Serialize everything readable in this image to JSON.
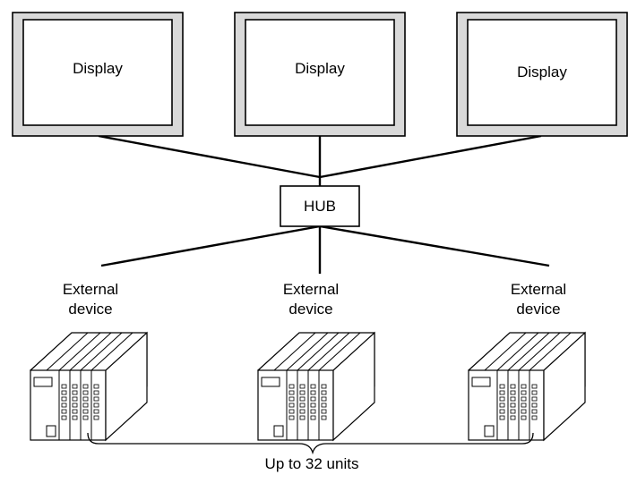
{
  "displays": [
    {
      "label": "Display"
    },
    {
      "label": "Display"
    },
    {
      "label": "Display"
    }
  ],
  "hub": {
    "label": "HUB"
  },
  "devices": [
    {
      "label_line1": "External",
      "label_line2": "device"
    },
    {
      "label_line1": "External",
      "label_line2": "device"
    },
    {
      "label_line1": "External",
      "label_line2": "device"
    }
  ],
  "range_note": "Up to 32 units",
  "colors": {
    "monitor_bezel": "#d9d9d9",
    "line": "#000000",
    "background": "#ffffff"
  }
}
